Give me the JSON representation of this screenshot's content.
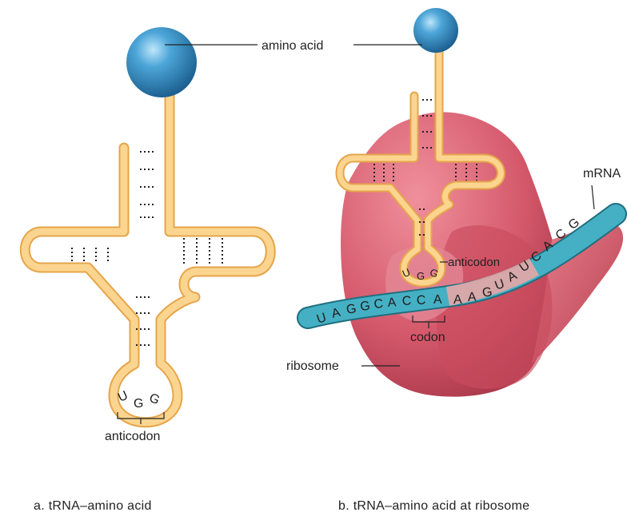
{
  "panel_a": {
    "amino_acid_label": "amino acid",
    "anticodon_label": "anticodon",
    "anticodon_bases": [
      "U",
      "G",
      "G"
    ],
    "caption": "a. tRNA–amino acid"
  },
  "panel_b": {
    "mrna_label": "mRNA",
    "anticodon_label": "anticodon",
    "anticodon_bases": [
      "U",
      "G",
      "G"
    ],
    "codon_label": "codon",
    "ribosome_label": "ribosome",
    "mrna_bases": [
      "U",
      "A",
      "G",
      "G",
      "C",
      "A",
      "C",
      "C",
      "A",
      "A",
      "A",
      "G",
      "U",
      "A",
      "U",
      "C",
      "A",
      "C",
      "G"
    ],
    "caption": "b. tRNA–amino acid at ribosome"
  },
  "colors": {
    "trna_fill": "#fbd590",
    "trna_edge": "#e6a54a",
    "amino_acid": "#2f86bf",
    "ribosome": "#d05a6c",
    "mrna": "#3ea9bd"
  }
}
